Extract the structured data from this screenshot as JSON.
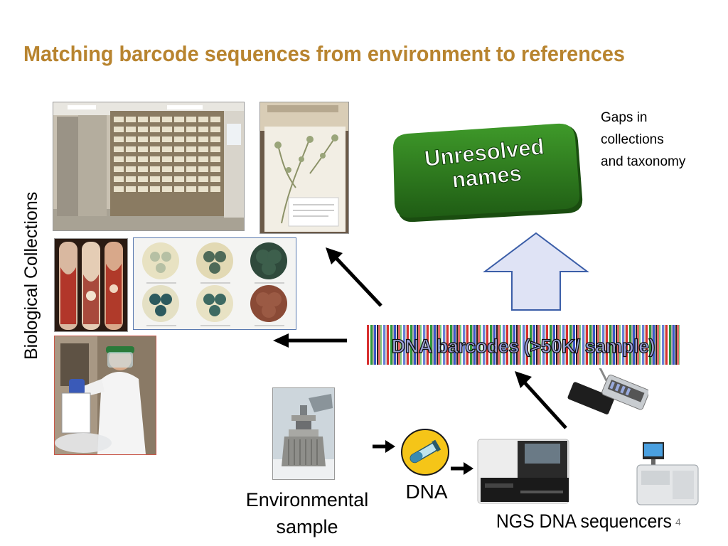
{
  "slide": {
    "title": "Matching barcode sequences from environment to references",
    "side_label": "Biological Collections",
    "unresolved_box": {
      "line1": "Unresolved",
      "line2": "names",
      "color": "#2e7d1e"
    },
    "gaps_note": {
      "line1": "Gaps in",
      "line2": "collections",
      "line3": "and taxonomy"
    },
    "barcode_label": "DNA barcodes (>50K/ sample)",
    "env_sample": {
      "line1": "Environmental",
      "line2": "sample"
    },
    "dna_label": "DNA",
    "ngs_label": "NGS DNA sequencers",
    "page_number": "4"
  },
  "colors": {
    "title": "#b8842f",
    "arrow_fill": "#dfe3f5",
    "arrow_stroke": "#3b5ea8"
  }
}
